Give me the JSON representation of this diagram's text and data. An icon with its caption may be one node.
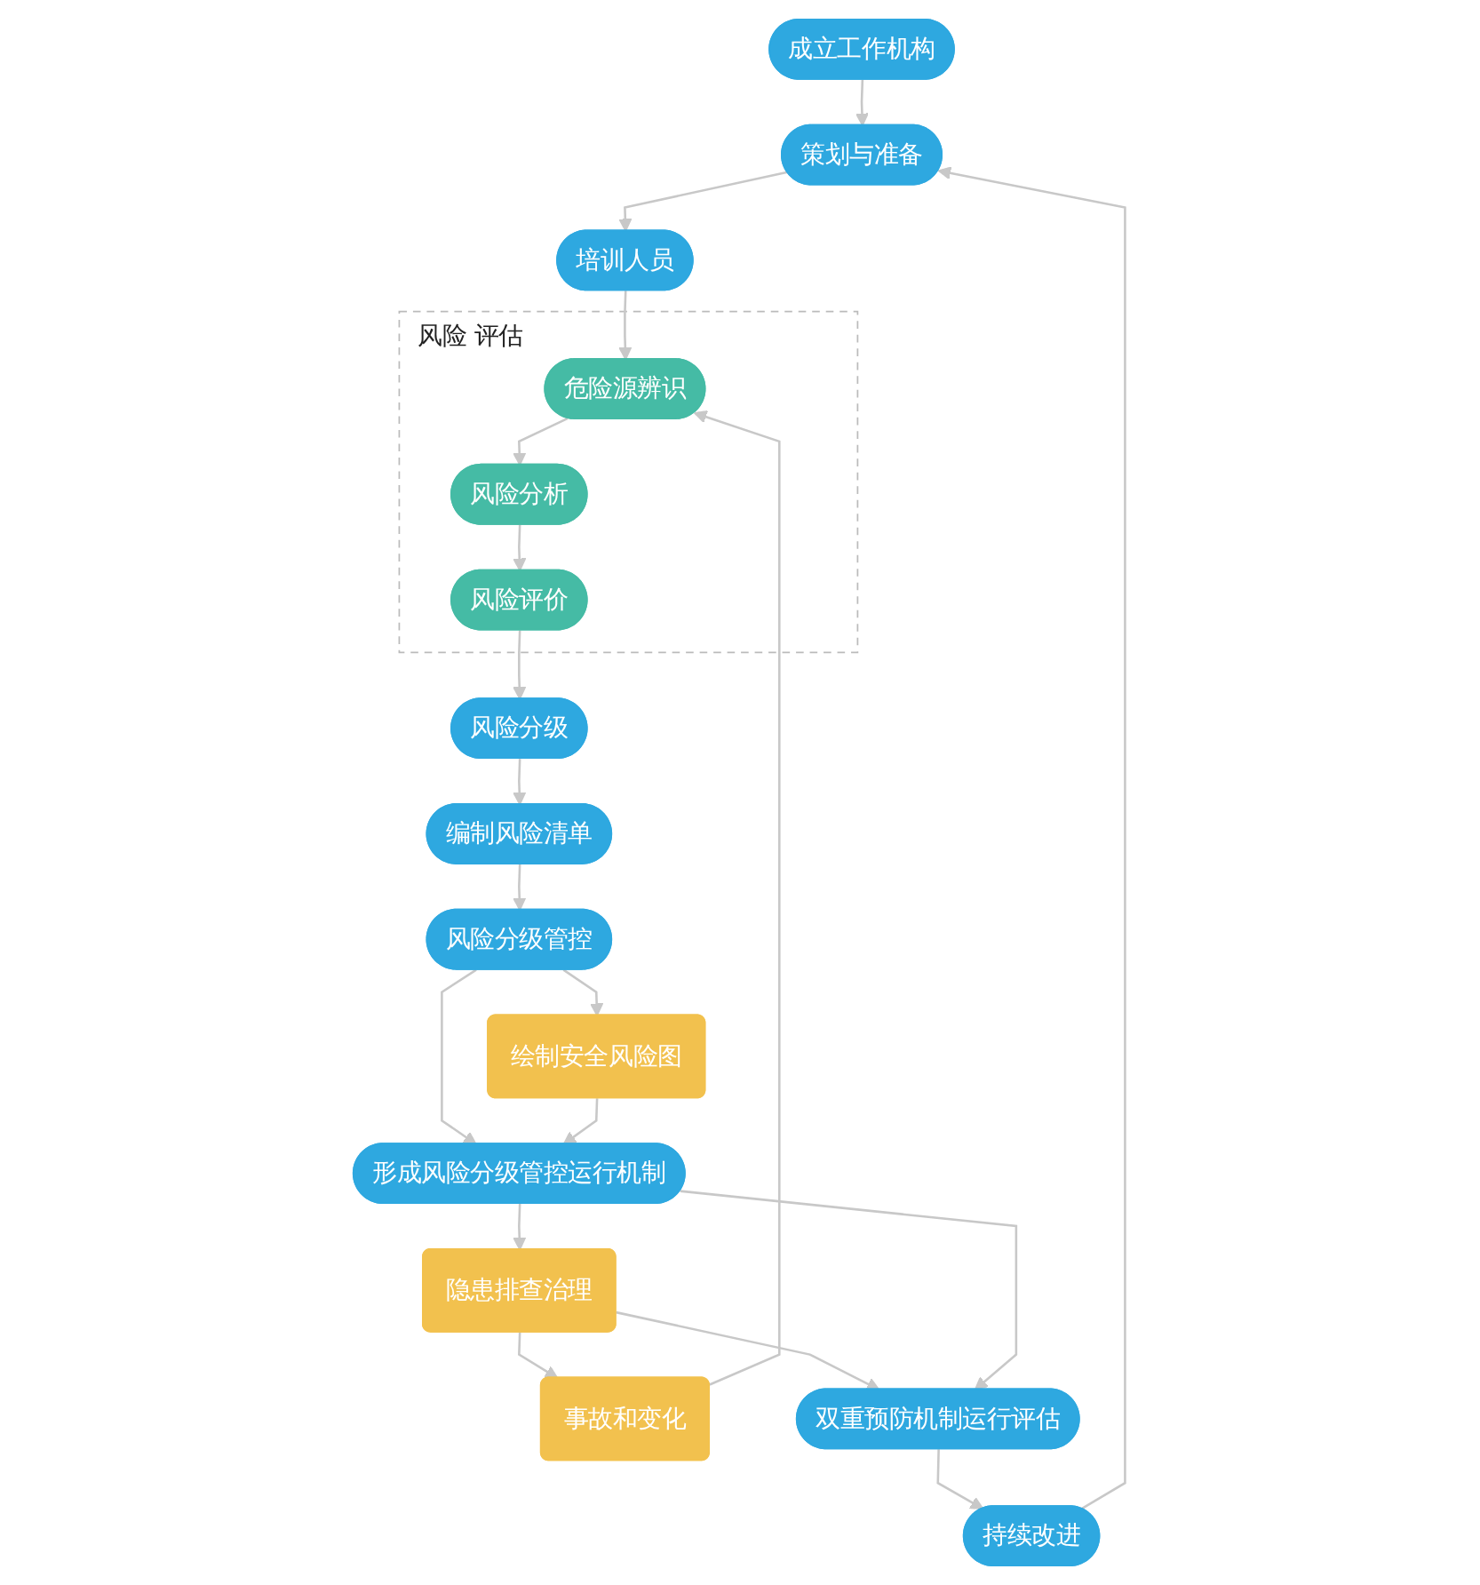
{
  "diagram": {
    "nodes": [
      {
        "text": [
          "成立工作机构"
        ]
      },
      {
        "text": [
          "策划与准备"
        ]
      },
      {
        "text": [
          "培训人员"
        ]
      },
      {
        "text": [
          "风险 评估"
        ]
      },
      {
        "text": [
          "危险源辨识"
        ],
        "in": 3
      },
      {
        "text": [
          "风险分析"
        ],
        "in": 3
      },
      {
        "text": [
          "风险评价"
        ],
        "in": 3
      },
      {
        "text": [
          "事故和变化"
        ]
      },
      {
        "text": [
          "风险分级"
        ]
      },
      {
        "text": [
          "编制风险清单"
        ]
      },
      {
        "text": [
          "风险分级管控"
        ]
      },
      {
        "text": [
          "绘制安全风险图"
        ]
      },
      {
        "text": [
          "隐患排查治理"
        ]
      },
      {
        "text": [
          "形成风险分级管控运行机制"
        ]
      },
      {
        "text": [
          "双重预防机制运行评估"
        ]
      },
      {
        "text": [
          "持续改进"
        ]
      }
    ],
    "edges": [
      {
        "from": 0,
        "to": 1,
        "arrow": "to"
      },
      {
        "from": 1,
        "to": 2,
        "arrow": "to"
      },
      {
        "from": 2,
        "to": 4,
        "arrow": "to"
      },
      {
        "from": 4,
        "to": 5,
        "arrow": "to"
      },
      {
        "from": 5,
        "to": 6,
        "arrow": "to"
      },
      {
        "from": 6,
        "to": 8,
        "arrow": "to"
      },
      {
        "from": 8,
        "to": 9,
        "arrow": "to"
      },
      {
        "from": 9,
        "to": 10,
        "arrow": "to"
      },
      {
        "from": 10,
        "to": 11,
        "arrow": "to"
      },
      {
        "from": 10,
        "to": 13,
        "arrow": "to"
      },
      {
        "from": 11,
        "to": 13,
        "arrow": "to"
      },
      {
        "from": 13,
        "to": 12,
        "arrow": "to"
      },
      {
        "from": 12,
        "to": 7,
        "arrow": "to"
      },
      {
        "from": 7,
        "to": 4,
        "arrow": "to"
      },
      {
        "from": 12,
        "to": 14,
        "arrow": "to"
      },
      {
        "from": 13,
        "to": 14,
        "arrow": "to"
      },
      {
        "from": 14,
        "to": 15,
        "arrow": "to"
      },
      {
        "from": 15,
        "to": 1,
        "arrow": "to"
      }
    ]
  }
}
